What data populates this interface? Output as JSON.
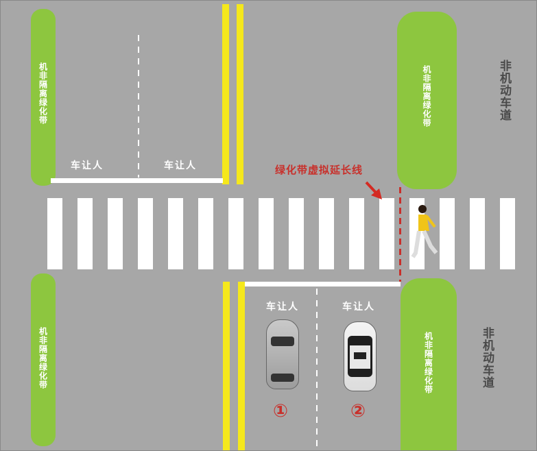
{
  "green_belt_label": "机非隔离绿化带",
  "bike_lane_label": "非机动车道",
  "yield_label": "车让人",
  "extension_line_label": "绿化带虚拟延长线",
  "car_numbers": [
    "①",
    "②"
  ],
  "colors": {
    "road": "#a7a7a7",
    "green_belt": "#8dc63f",
    "yellow_line": "#f5e81c",
    "annotation": "#c8302b"
  }
}
